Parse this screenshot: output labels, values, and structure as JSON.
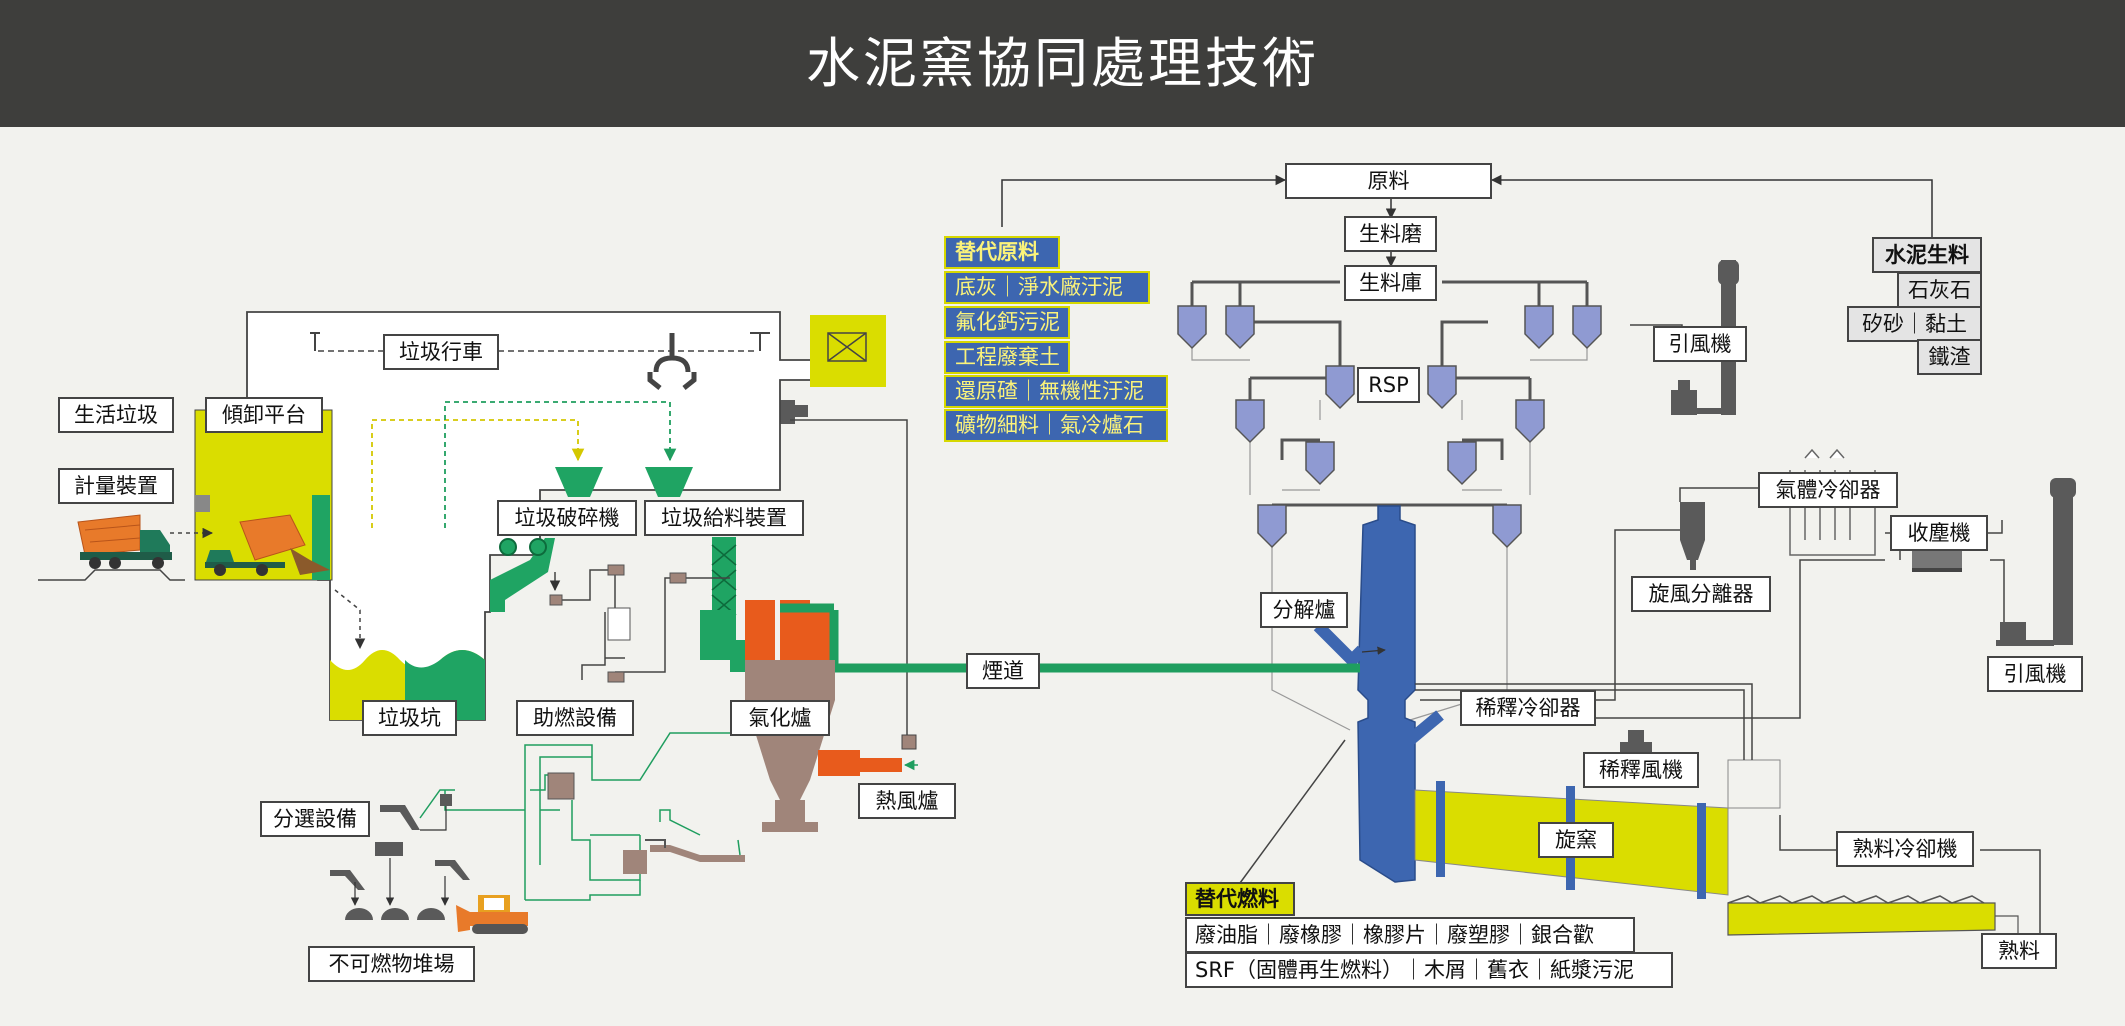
{
  "title": "水泥窯協同處理技術",
  "colors": {
    "header_bg": "#3e3e3c",
    "background": "#f2f2ee",
    "kiln_blue": "#3d66b0",
    "kiln_yellow": "#dadd00",
    "pipe_green": "#1f9e5f",
    "hopper_green": "#1fa463",
    "gasifier_brown": "#a0857a",
    "flame_orange": "#e85b1c",
    "cyclone_lavender": "#8f9ad2",
    "truck_orange": "#e87a2a",
    "machine_gray": "#5a5a5a"
  },
  "labels": {
    "raw_material": "原料",
    "raw_mill": "生料磨",
    "raw_silo": "生料庫",
    "induced_fan_top": "引風機",
    "rsp": "RSP",
    "garbage_crane": "垃圾行車",
    "household_waste": "生活垃圾",
    "dumping_platform": "傾卸平台",
    "weighing_device": "計量裝置",
    "crusher": "垃圾破碎機",
    "feeder": "垃圾給料裝置",
    "waste_pit": "垃圾坑",
    "combustion_aid": "助燃設備",
    "gasifier": "氣化爐",
    "flue": "煙道",
    "hot_air_furnace": "熱風爐",
    "sorting": "分選設備",
    "incombustible_yard": "不可燃物堆場",
    "calciner": "分解爐",
    "dilution_cooler": "稀釋冷卻器",
    "dilution_fan": "稀釋風機",
    "rotary_kiln": "旋窯",
    "gas_cooler": "氣體冷卻器",
    "dust_collector": "收塵機",
    "cyclone_separator": "旋風分離器",
    "induced_fan_right": "引風機",
    "clinker_cooler": "熟料冷卻機",
    "clinker": "熟料"
  },
  "alt_raw": {
    "title": "替代原料",
    "items": [
      "底灰｜淨水廠汙泥",
      "氟化鈣污泥",
      "工程廢棄土",
      "還原碴｜無機性汙泥",
      "礦物細料｜氣冷爐石"
    ]
  },
  "cement_raw": {
    "title": "水泥生料",
    "items": [
      "石灰石",
      "矽砂｜黏土",
      "鐵渣"
    ]
  },
  "alt_fuel": {
    "title": "替代燃料",
    "line1": "廢油脂｜廢橡膠｜橡膠片｜廢塑膠｜銀合歡",
    "line2": "SRF（固體再生燃料）｜木屑｜舊衣｜紙漿污泥"
  }
}
